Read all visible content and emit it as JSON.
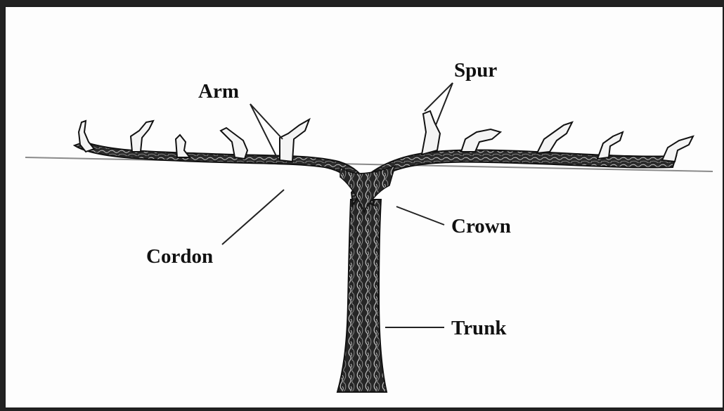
{
  "labels": {
    "arm": "Arm",
    "spur": "Spur",
    "cordon": "Cordon",
    "crown": "Crown",
    "trunk": "Trunk"
  },
  "colors": {
    "background": "#fdfdfd",
    "wood_dark": "#1c1c1c",
    "wood_mid": "#555555",
    "wood_light": "#bdbdbd",
    "frame": "#1e1e1e"
  }
}
